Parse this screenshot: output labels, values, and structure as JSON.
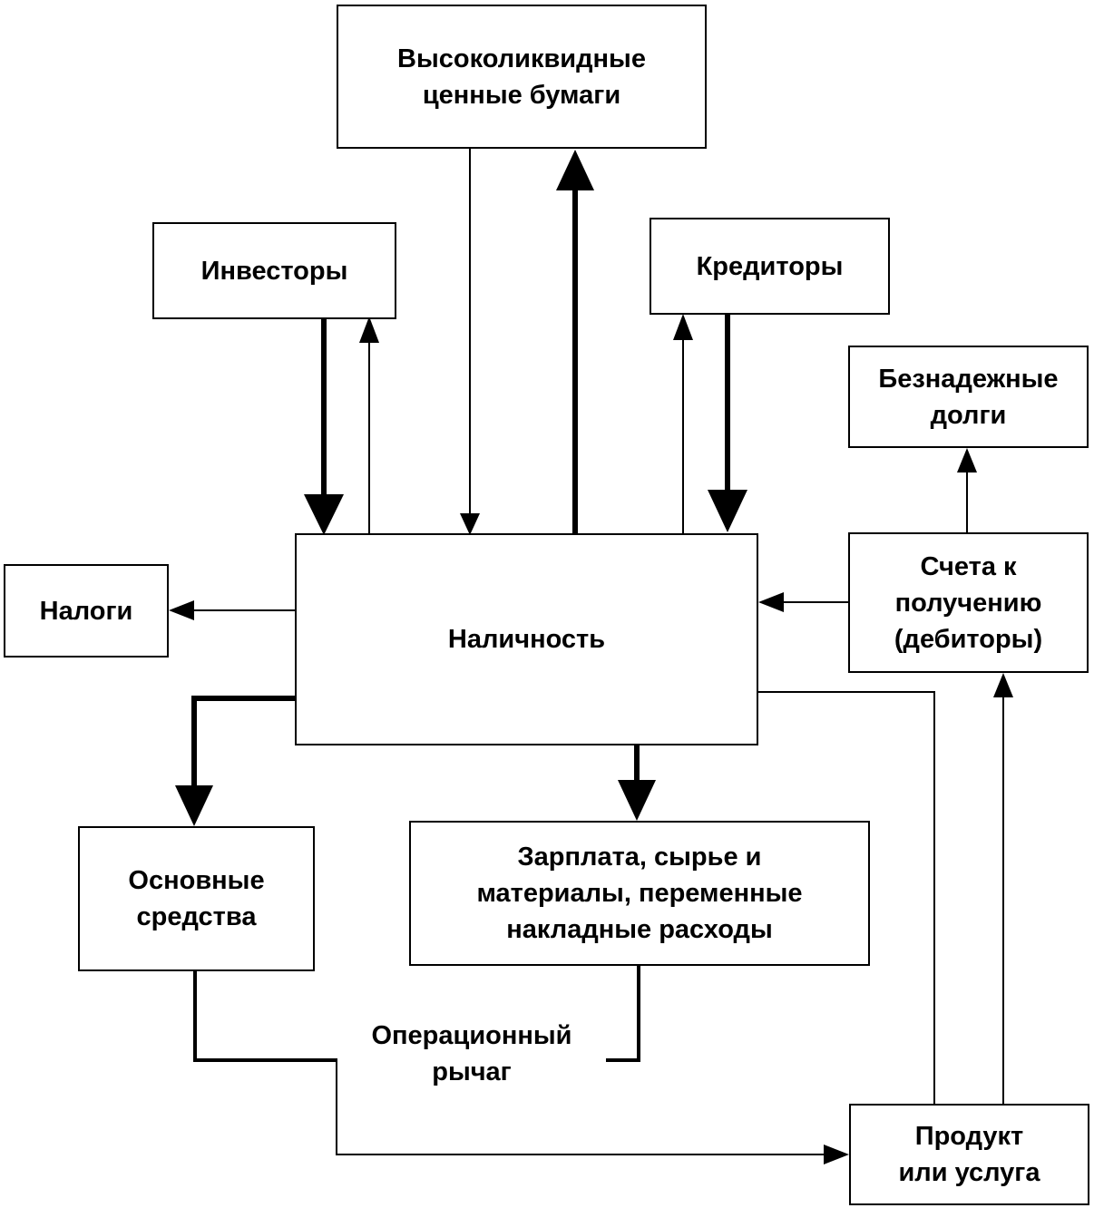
{
  "nodes": {
    "securities": "Высоколиквидные\nценные бумаги",
    "investors": "Инвесторы",
    "creditors": "Кредиторы",
    "bad_debts": "Безнадежные\nдолги",
    "taxes": "Налоги",
    "cash": "Наличность",
    "receivables": "Счета к\nполучению\n(дебиторы)",
    "fixed_assets": "Основные\nсредства",
    "wages": "Зарплата, сырье и\nматериалы, переменные\nнакладные расходы",
    "product": "Продукт\nили услуга"
  },
  "labels": {
    "operating_leverage": "Операционный\nрычаг"
  }
}
